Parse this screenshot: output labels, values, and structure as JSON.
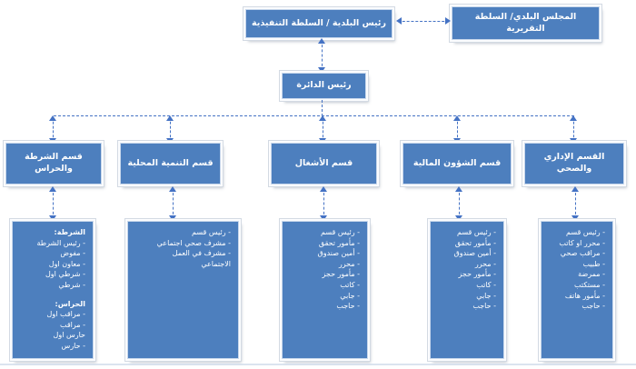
{
  "diagram": {
    "title_boxes": {
      "mayor": "رئيس البلدية / السلطة التنفيذية",
      "council": "المجلس البلدي/ السلطة التقريرية",
      "department_head": "رئيس الدائرة"
    },
    "departments": [
      {
        "title": "قسم الشرطة والحراس",
        "groups": [
          {
            "header": "الشرطة:",
            "items": [
              "- رئيس الشرطة",
              "- مفوض",
              "- معاون اول",
              "- شرطي اول",
              "- شرطي"
            ]
          },
          {
            "header": "الحراس:",
            "items": [
              "- مراقب اول",
              "- مراقب",
              "حارس اول",
              "- حارس"
            ]
          }
        ]
      },
      {
        "title": "قسم التنمية المحلية",
        "items": [
          "- رئيس قسم",
          "- مشرف صحي اجتماعي",
          "- مشرف في العمل الاجتماعي"
        ]
      },
      {
        "title": "قسم الأشغال",
        "items": [
          "- رئيس قسم",
          "- مأمور تحقق",
          "- أمين صندوق",
          "- محرر",
          "- مأمور حجز",
          "- كاتب",
          "- جابي",
          "- حاجب"
        ]
      },
      {
        "title": "قسم الشؤون المالية",
        "items": [
          "- رئيس قسم",
          "- مأمور تحقق",
          "- أمين صندوق",
          "- محرر",
          "- مأمور حجز",
          "- كاتب",
          "- جابي",
          "- حاجب"
        ]
      },
      {
        "title": "القسم الإداري والصحي",
        "items": [
          "- رئيس قسم",
          "- محرر او كاتب",
          "- مراقب صحي",
          "- طبيب",
          "- ممرضة",
          "- مستكتب",
          "- مأمور هاتف",
          "- حاجب"
        ]
      }
    ],
    "colors": {
      "box_fill": "#4d7fbe",
      "box_border": "#c9d8ec",
      "arrow": "#4472c4",
      "text": "#ffffff",
      "divider": "#c3d2e5",
      "background": "#ffffff"
    }
  }
}
